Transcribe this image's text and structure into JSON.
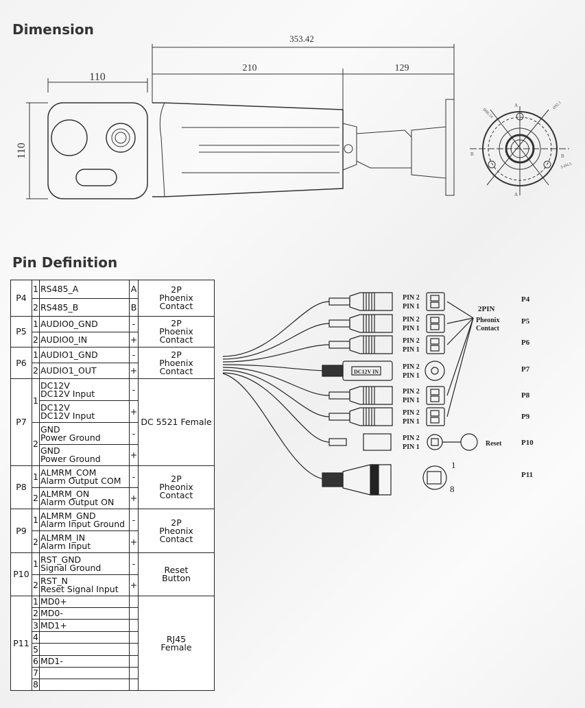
{
  "dimension": {
    "title": "Dimension",
    "total_length": "353.42",
    "body_length": "210",
    "bracket_length": "129",
    "front_width": "110",
    "front_height": "110",
    "mount_labels": {
      "section_a": "A",
      "section_b": "B",
      "dia_inner": "Ø88.54",
      "dia_outer": "Ø92.1",
      "holes": "3-Ø4.5"
    }
  },
  "pin_definition": {
    "title": "Pin Definition",
    "groups": [
      {
        "port": "P4",
        "type": "2P\nPhoenix\nContact",
        "rows": [
          {
            "num": "1",
            "name": "RS485_A",
            "sign": "A"
          },
          {
            "num": "2",
            "name": "RS485_B",
            "sign": "B"
          }
        ]
      },
      {
        "port": "P5",
        "type": "2P\nPhoenix\nContact",
        "rows": [
          {
            "num": "1",
            "name": "AUDIO0_GND",
            "sign": "-"
          },
          {
            "num": "2",
            "name": "AUDIO0_IN",
            "sign": "+"
          }
        ]
      },
      {
        "port": "P6",
        "type": "2P\nPhoenix\nContact",
        "rows": [
          {
            "num": "1",
            "name": "AUDIO1_GND",
            "sign": "-"
          },
          {
            "num": "2",
            "name": "AUDIO1_OUT",
            "sign": "+"
          }
        ]
      },
      {
        "port": "P7",
        "type": "DC 5521 Female",
        "rows": [
          {
            "num": "1",
            "name": "DC12V\nDC12V Input",
            "sign": "-",
            "numspan": 2
          },
          {
            "name": "DC12V\nDC12V Input",
            "sign": "+"
          },
          {
            "num": "2",
            "name": "GND\nPower Ground",
            "sign": "-",
            "numspan": 2
          },
          {
            "name": "GND\nPower Ground",
            "sign": "+"
          }
        ]
      },
      {
        "port": "P8",
        "type": "2P\nPheonix\nContact",
        "rows": [
          {
            "num": "1",
            "name": "ALMRM_COM\nAlarm Output COM",
            "sign": "-"
          },
          {
            "num": "2",
            "name": "ALMRM_ON\nAlarm Output ON",
            "sign": "+"
          }
        ]
      },
      {
        "port": "P9",
        "type": "2P\nPheonix\nContact",
        "rows": [
          {
            "num": "1",
            "name": "ALMRM_GND\nAlarm Input Ground",
            "sign": "-"
          },
          {
            "num": "2",
            "name": "ALMRM_IN\nAlarm Input",
            "sign": "+"
          }
        ]
      },
      {
        "port": "P10",
        "type": "Reset\nButton",
        "rows": [
          {
            "num": "1",
            "name": "RST_GND\nSignal Ground",
            "sign": "-"
          },
          {
            "num": "2",
            "name": "RST_N\nReset Signal Input",
            "sign": "+"
          }
        ]
      },
      {
        "port": "P11",
        "type": "RJ45\nFemale",
        "rows": [
          {
            "num": "1",
            "name": "MD0+",
            "sign": ""
          },
          {
            "num": "2",
            "name": "MD0-",
            "sign": ""
          },
          {
            "num": "3",
            "name": "MD1+",
            "sign": ""
          },
          {
            "num": "4",
            "name": "",
            "sign": ""
          },
          {
            "num": "5",
            "name": "",
            "sign": ""
          },
          {
            "num": "6",
            "name": "MD1-",
            "sign": ""
          },
          {
            "num": "7",
            "name": "",
            "sign": ""
          },
          {
            "num": "8",
            "name": "",
            "sign": ""
          }
        ]
      }
    ]
  },
  "wiring": {
    "pin2": "PIN 2",
    "pin1": "PIN 1",
    "dc_label": "DC12V IN",
    "phoenix_label_1": "2PIN",
    "phoenix_label_2": "Pheonix",
    "phoenix_label_3": "Contact",
    "reset_label": "Reset",
    "rj45_pin_first": "1",
    "rj45_pin_last": "8",
    "ports": [
      "P4",
      "P5",
      "P6",
      "P7",
      "P8",
      "P9",
      "P10",
      "P11"
    ]
  }
}
